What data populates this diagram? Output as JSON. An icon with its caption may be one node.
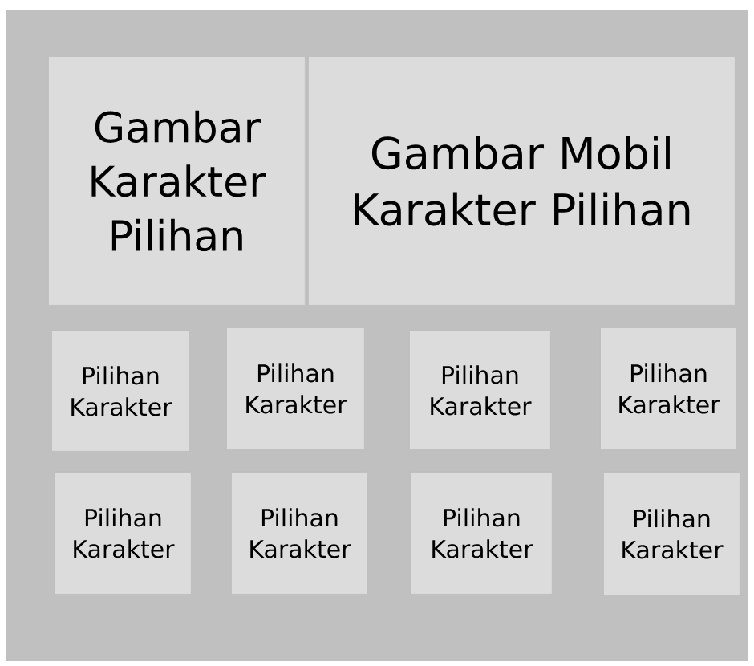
{
  "diagram": {
    "nodes": [
      {
        "text": [
          "Gambar Karakter Pilihan"
        ]
      },
      {
        "text": [
          "Gambar Mobil Karakter Pilihan"
        ]
      },
      {
        "text": [
          "Pilihan Karakter"
        ]
      },
      {
        "text": [
          "Pilihan Karakter"
        ]
      },
      {
        "text": [
          "Pilihan Karakter"
        ]
      },
      {
        "text": [
          "Pilihan Karakter"
        ]
      },
      {
        "text": [
          "Pilihan Karakter"
        ]
      },
      {
        "text": [
          "Pilihan Karakter"
        ]
      },
      {
        "text": [
          "Pilihan Karakter"
        ]
      },
      {
        "text": [
          "Pilihan Karakter"
        ]
      }
    ]
  }
}
